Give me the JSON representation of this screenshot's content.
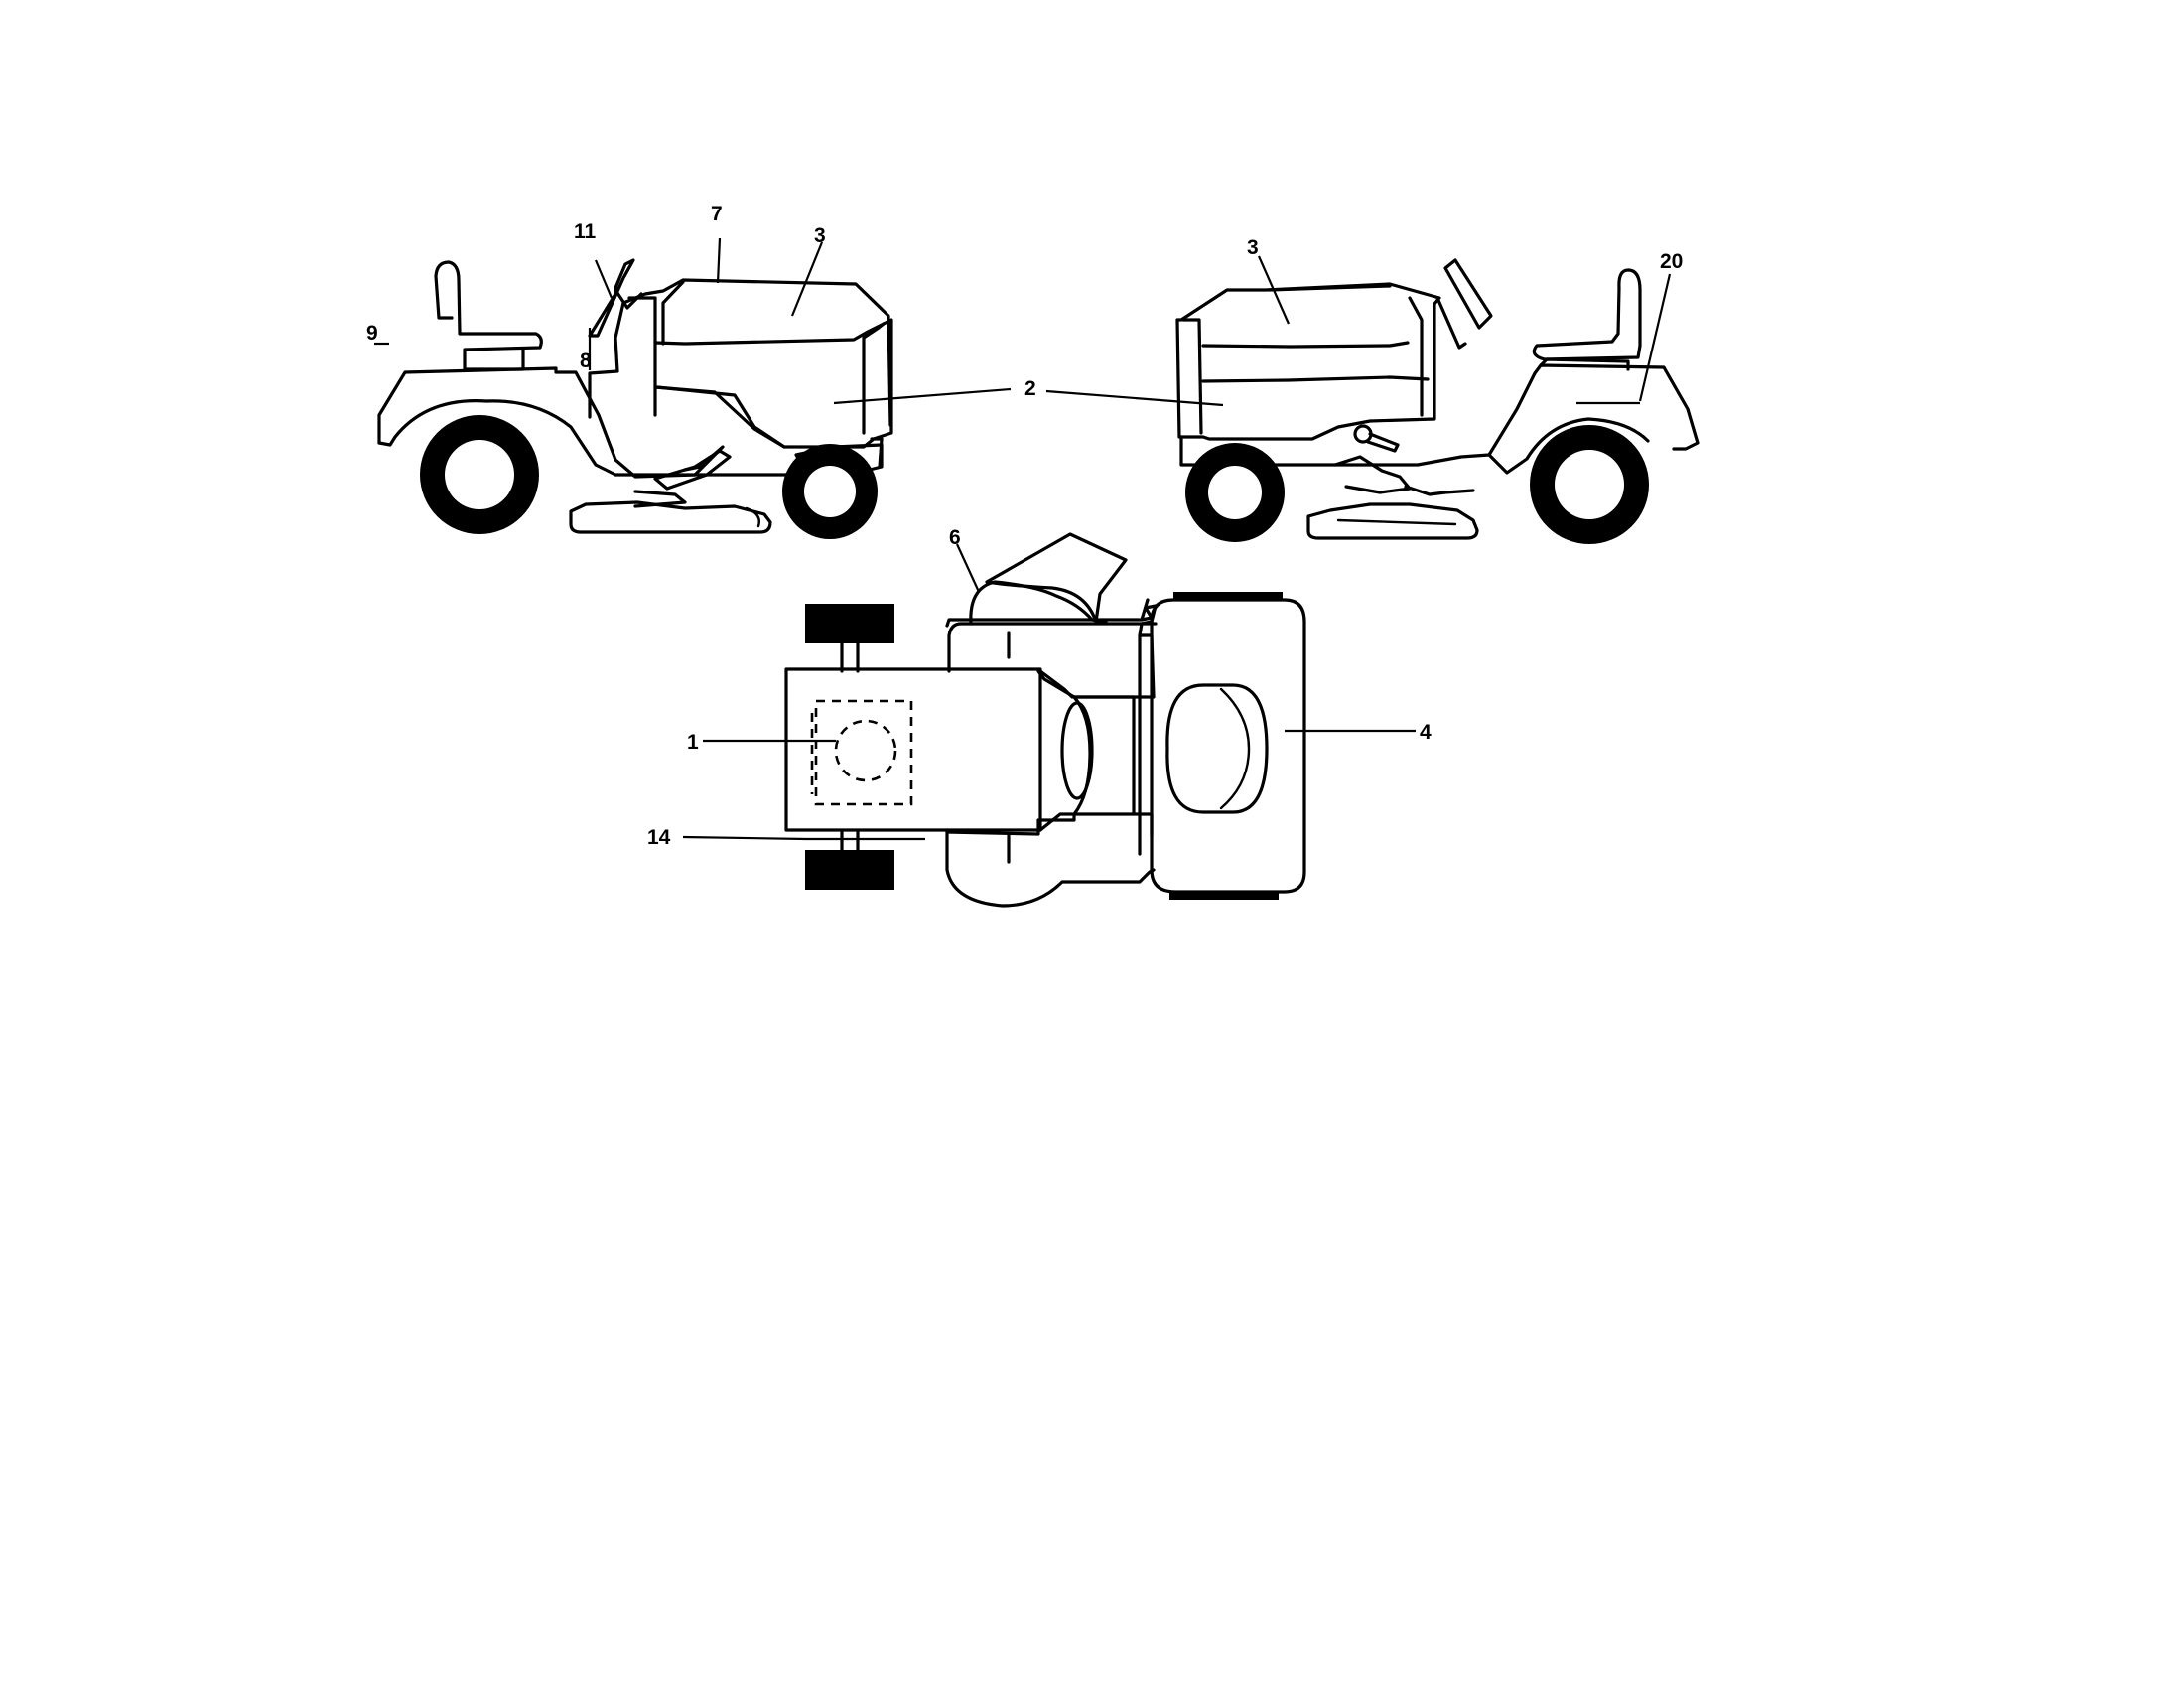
{
  "callouts": {
    "left_9": "9",
    "left_11": "11",
    "left_8": "8",
    "left_7": "7",
    "left_3": "3",
    "shared_2": "2",
    "right_3": "3",
    "right_20": "20",
    "top_6": "6",
    "top_1": "1",
    "top_14": "14",
    "top_4": "4"
  }
}
